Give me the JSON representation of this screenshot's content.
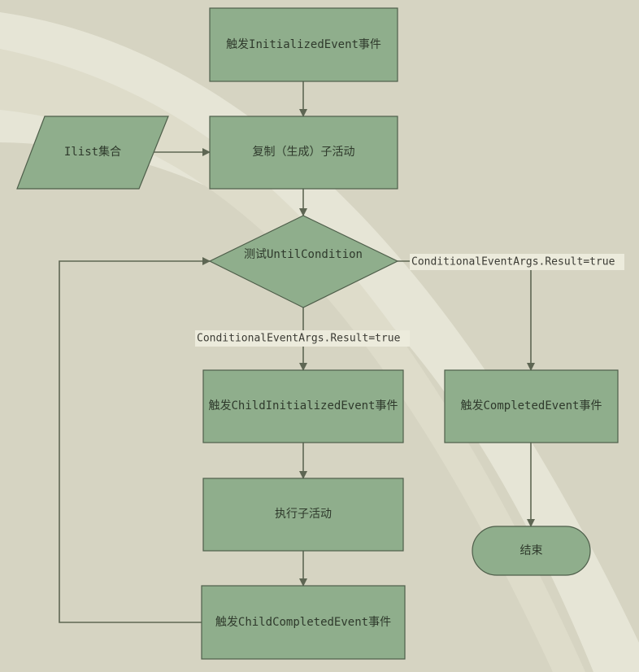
{
  "nodes": {
    "fire_initialized": "触发InitializedEvent事件",
    "ilist": "Ilist集合",
    "copy_child": "复制（生成）子活动",
    "test_until": "测试UntilCondition",
    "fire_child_initialized": "触发ChildInitializedEvent事件",
    "fire_completed": "触发CompletedEvent事件",
    "execute_child": "执行子活动",
    "end": "结束",
    "fire_child_completed": "触发ChildCompletedEvent事件"
  },
  "edge_labels": {
    "until_true_right": "ConditionalEventArgs.Result=true",
    "until_true_down": "ConditionalEventArgs.Result=true"
  },
  "colors": {
    "background": "#d6d4c2",
    "node_fill": "#8fae8c",
    "node_stroke": "#4e5e4a",
    "edge": "#5e6653"
  }
}
